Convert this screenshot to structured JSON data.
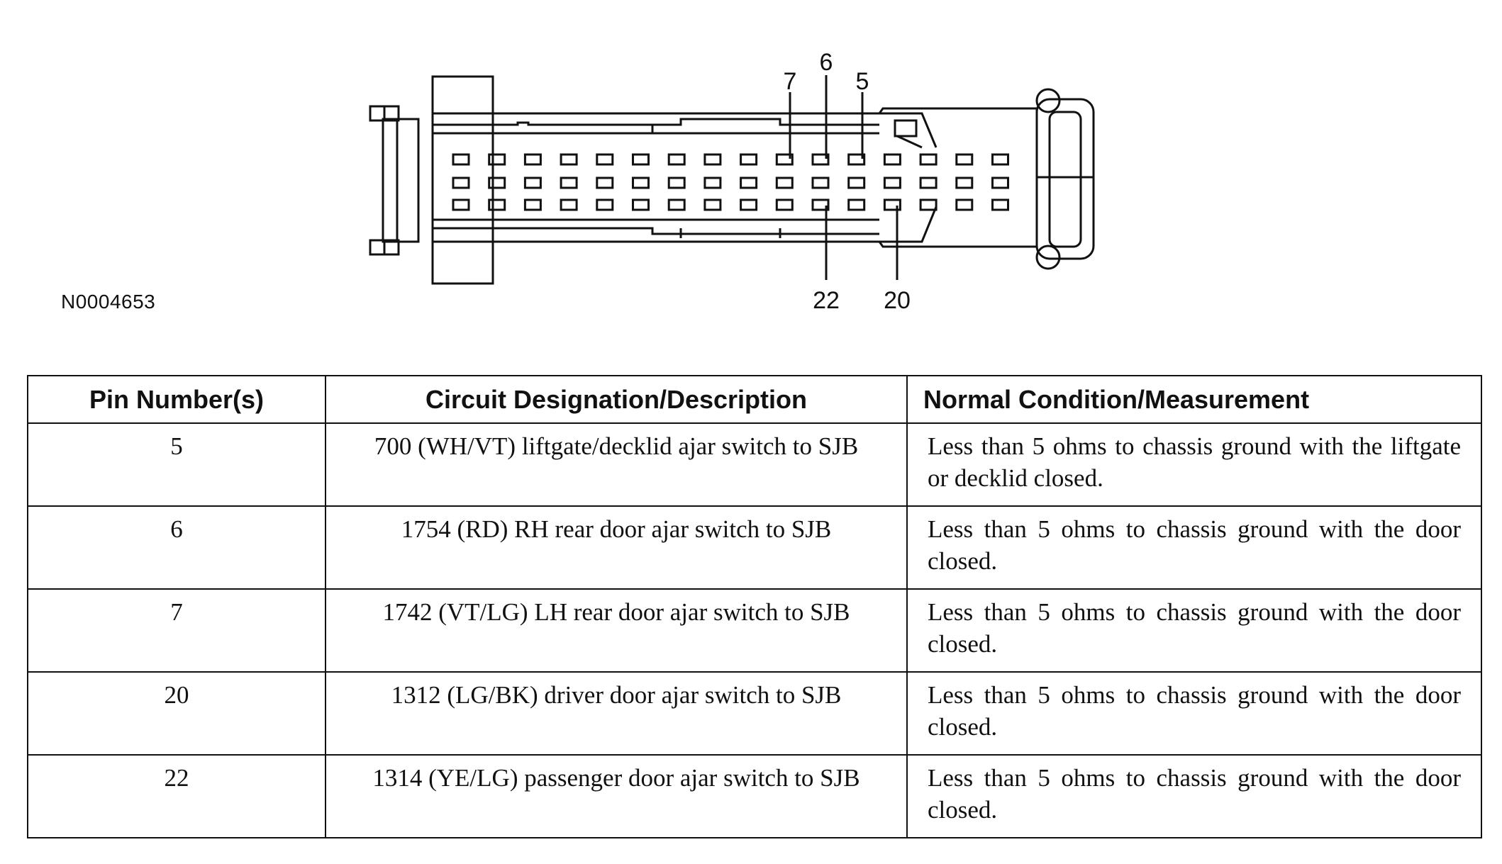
{
  "diagram": {
    "id": "N0004653",
    "callouts_top": [
      "7",
      "6",
      "5"
    ],
    "callouts_bottom": [
      "22",
      "20"
    ]
  },
  "table": {
    "headers": [
      "Pin Number(s)",
      "Circuit Designation/Description",
      "Normal Condition/Measurement"
    ],
    "rows": [
      {
        "pin": "5",
        "description": "700 (WH/VT) liftgate/decklid ajar switch to SJB",
        "measurement": "Less than 5 ohms to chassis ground with the liftgate or decklid closed."
      },
      {
        "pin": "6",
        "description": "1754 (RD) RH rear door ajar switch to SJB",
        "measurement": "Less than 5 ohms to chassis ground with the door closed."
      },
      {
        "pin": "7",
        "description": "1742 (VT/LG) LH rear door ajar switch to SJB",
        "measurement": "Less than 5 ohms to chassis ground with the door closed."
      },
      {
        "pin": "20",
        "description": "1312 (LG/BK) driver door ajar switch to SJB",
        "measurement": "Less than 5 ohms to chassis ground with the door closed."
      },
      {
        "pin": "22",
        "description": "1314 (YE/LG) passenger door ajar switch to SJB",
        "measurement": "Less than 5 ohms to chassis ground with the door closed."
      }
    ]
  }
}
